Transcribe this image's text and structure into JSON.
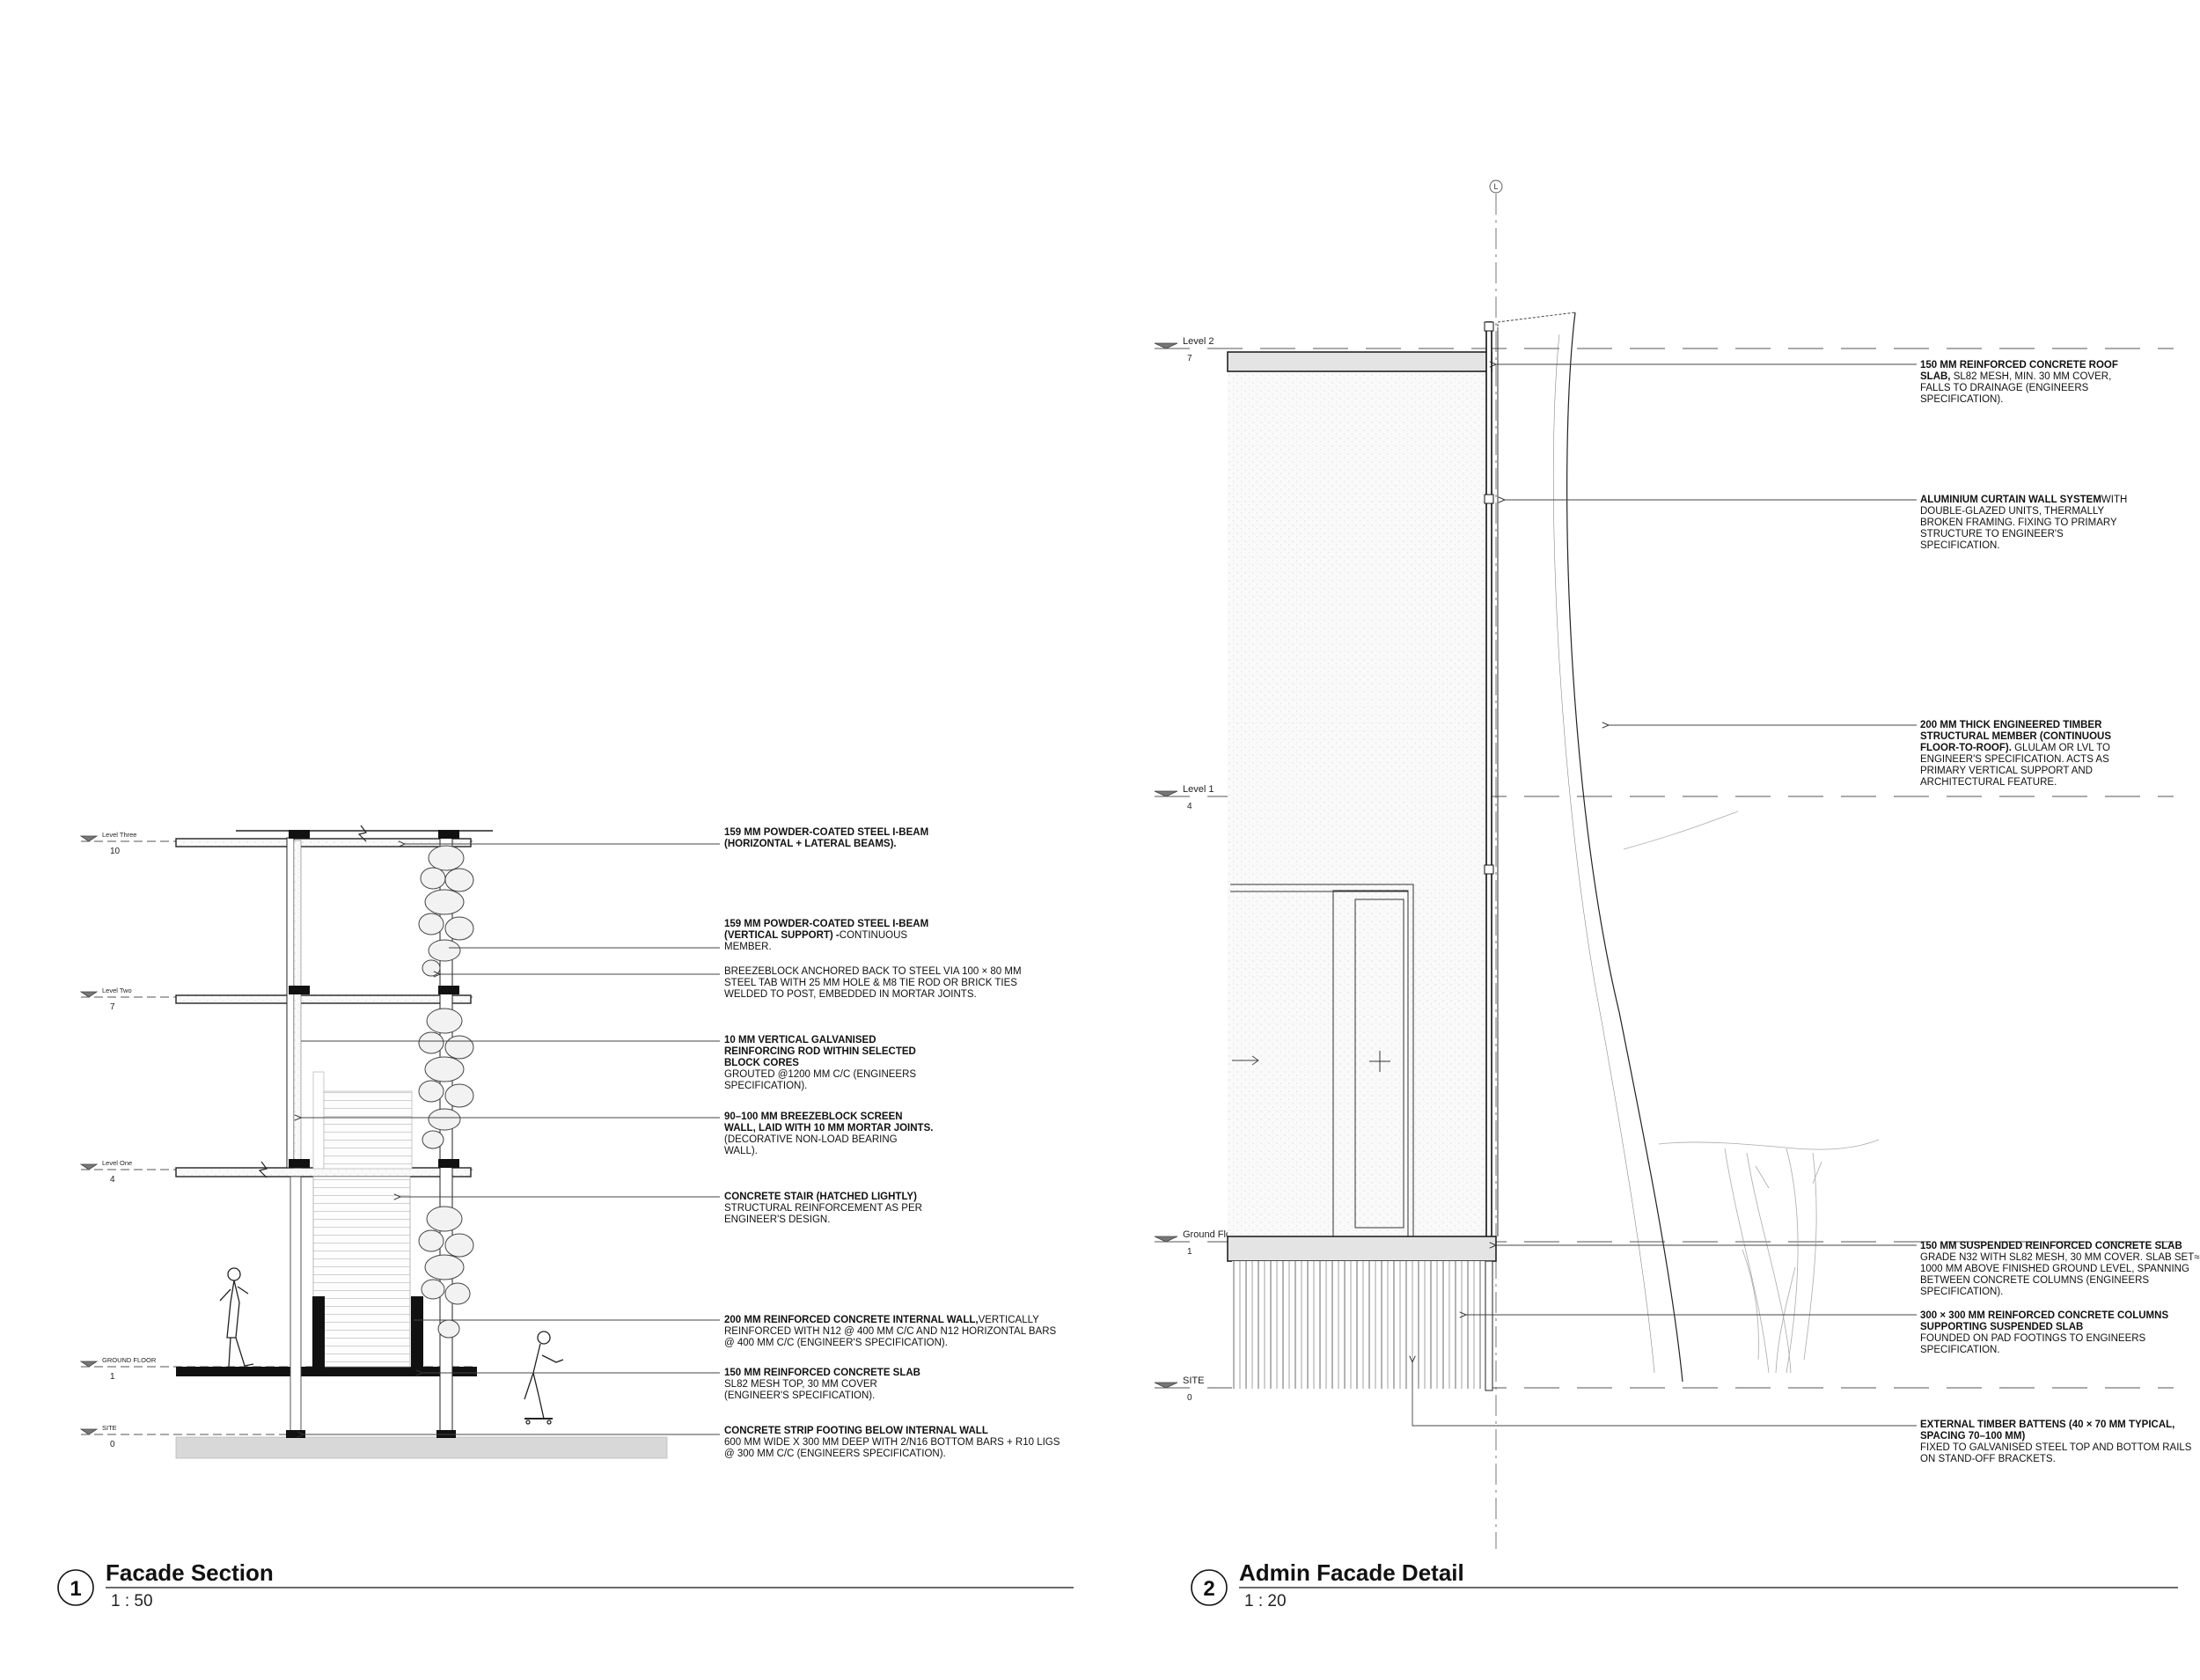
{
  "views": [
    {
      "number": "1",
      "title": "Facade Section",
      "scale": "1 : 50",
      "levels": [
        {
          "name": "Level Three",
          "value": "10"
        },
        {
          "name": "Level Two",
          "value": "7"
        },
        {
          "name": "Level One",
          "value": "4"
        },
        {
          "name": "GROUND FLOOR",
          "value": "1"
        },
        {
          "name": "SITE",
          "value": "0"
        }
      ],
      "notes": [
        {
          "bold": "159 MM POWDER-COATED STEEL I-BEAM (HORIZONTAL + LATERAL BEAMS).",
          "text": "",
          "lines": [
            {
              "b": "159 MM POWDER-COATED STEEL I-BEAM",
              "t": ""
            },
            {
              "b": "(HORIZONTAL + LATERAL BEAMS).",
              "t": ""
            }
          ]
        },
        {
          "lines": [
            {
              "b": "159 MM POWDER-COATED STEEL I-BEAM",
              "t": ""
            },
            {
              "b": "(VERTICAL SUPPORT) -",
              "t": "CONTINUOUS"
            },
            {
              "b": "",
              "t": "MEMBER."
            }
          ]
        },
        {
          "lines": [
            {
              "b": "",
              "t": "BREEZEBLOCK ANCHORED BACK TO STEEL VIA 100 × 80 MM"
            },
            {
              "b": "",
              "t": "STEEL TAB WITH 25 MM HOLE & M8 TIE ROD OR BRICK TIES"
            },
            {
              "b": "",
              "t": "WELDED TO POST, EMBEDDED IN MORTAR JOINTS."
            }
          ]
        },
        {
          "lines": [
            {
              "b": "10 MM VERTICAL GALVANISED",
              "t": ""
            },
            {
              "b": "REINFORCING ROD WITHIN SELECTED",
              "t": ""
            },
            {
              "b": "BLOCK CORES",
              "t": ""
            },
            {
              "b": "",
              "t": " GROUTED @1200 MM C/C (ENGINEERS"
            },
            {
              "b": "",
              "t": "SPECIFICATION)."
            }
          ]
        },
        {
          "lines": [
            {
              "b": "90–100 MM BREEZEBLOCK SCREEN",
              "t": ""
            },
            {
              "b": "WALL, LAID WITH 10 MM MORTAR JOINTS.",
              "t": ""
            },
            {
              "b": "",
              "t": "(DECORATIVE NON-LOAD BEARING"
            },
            {
              "b": "",
              "t": "WALL)."
            }
          ]
        },
        {
          "lines": [
            {
              "b": "CONCRETE STAIR (HATCHED LIGHTLY)",
              "t": ""
            },
            {
              "b": "",
              "t": "STRUCTURAL REINFORCEMENT AS PER"
            },
            {
              "b": "",
              "t": "ENGINEER'S DESIGN."
            }
          ]
        },
        {
          "lines": [
            {
              "b": "200 MM REINFORCED CONCRETE INTERNAL WALL,",
              "t": "VERTICALLY"
            },
            {
              "b": "",
              "t": "REINFORCED WITH N12 @ 400 MM C/C AND N12 HORIZONTAL BARS"
            },
            {
              "b": "",
              "t": "@ 400 MM C/C (ENGINEER'S SPECIFICATION)."
            }
          ]
        },
        {
          "lines": [
            {
              "b": "150 MM REINFORCED CONCRETE SLAB",
              "t": ""
            },
            {
              "b": "",
              "t": "SL82 MESH TOP, 30 MM COVER"
            },
            {
              "b": "",
              "t": "(ENGINEER'S SPECIFICATION)."
            }
          ]
        },
        {
          "lines": [
            {
              "b": "CONCRETE STRIP FOOTING BELOW INTERNAL WALL",
              "t": ""
            },
            {
              "b": "",
              "t": " 600 MM WIDE X 300 MM DEEP WITH 2/N16 BOTTOM BARS + R10 LIGS"
            },
            {
              "b": "",
              "t": "@ 300 MM C/C (ENGINEERS SPECIFICATION)."
            }
          ]
        }
      ]
    },
    {
      "number": "2",
      "title": "Admin Facade Detail",
      "scale": "1 : 20",
      "grid_tag": "L",
      "levels": [
        {
          "name": "Level 2",
          "value": "7"
        },
        {
          "name": "Level 1",
          "value": "4"
        },
        {
          "name": "Ground Floor",
          "value": "1"
        },
        {
          "name": "SITE",
          "value": "0"
        }
      ],
      "notes": [
        {
          "lines": [
            {
              "b": "150 MM REINFORCED CONCRETE ROOF",
              "t": ""
            },
            {
              "b": "SLAB,",
              "t": " SL82 MESH, MIN. 30 MM COVER,"
            },
            {
              "b": "",
              "t": "FALLS TO DRAINAGE (ENGINEERS"
            },
            {
              "b": "",
              "t": "SPECIFICATION)."
            }
          ]
        },
        {
          "lines": [
            {
              "b": "ALUMINIUM CURTAIN WALL SYSTEM",
              "t": "WITH"
            },
            {
              "b": "",
              "t": "DOUBLE-GLAZED UNITS, THERMALLY"
            },
            {
              "b": "",
              "t": "BROKEN FRAMING. FIXING TO PRIMARY"
            },
            {
              "b": "",
              "t": "STRUCTURE TO ENGINEER'S"
            },
            {
              "b": "",
              "t": "SPECIFICATION."
            }
          ]
        },
        {
          "lines": [
            {
              "b": "200 MM THICK ENGINEERED TIMBER",
              "t": ""
            },
            {
              "b": "STRUCTURAL MEMBER (CONTINUOUS",
              "t": ""
            },
            {
              "b": "FLOOR-TO-ROOF).",
              "t": " GLULAM OR LVL TO"
            },
            {
              "b": "",
              "t": "ENGINEER'S SPECIFICATION. ACTS AS"
            },
            {
              "b": "",
              "t": "PRIMARY VERTICAL SUPPORT AND"
            },
            {
              "b": "",
              "t": "ARCHITECTURAL FEATURE."
            }
          ]
        },
        {
          "lines": [
            {
              "b": "150 MM SUSPENDED REINFORCED CONCRETE SLAB",
              "t": ""
            },
            {
              "b": "",
              "t": "GRADE N32 WITH SL82 MESH, 30 MM COVER. SLAB SET≈"
            },
            {
              "b": "",
              "t": "1000 MM ABOVE FINISHED GROUND LEVEL, SPANNING"
            },
            {
              "b": "",
              "t": "BETWEEN CONCRETE COLUMNS (ENGINEERS"
            },
            {
              "b": "",
              "t": "SPECIFICATION)."
            }
          ]
        },
        {
          "lines": [
            {
              "b": "300 × 300 MM REINFORCED CONCRETE COLUMNS",
              "t": ""
            },
            {
              "b": "SUPPORTING SUSPENDED SLAB",
              "t": ""
            },
            {
              "b": "",
              "t": "FOUNDED ON PAD FOOTINGS TO ENGINEERS"
            },
            {
              "b": "",
              "t": "SPECIFICATION."
            }
          ]
        },
        {
          "lines": [
            {
              "b": "EXTERNAL TIMBER BATTENS (40 × 70 MM TYPICAL,",
              "t": ""
            },
            {
              "b": "SPACING 70–100 MM)",
              "t": ""
            },
            {
              "b": "",
              "t": "FIXED TO GALVANISED STEEL TOP AND BOTTOM RAILS"
            },
            {
              "b": "",
              "t": "ON STAND-OFF BRACKETS."
            }
          ]
        }
      ]
    }
  ]
}
